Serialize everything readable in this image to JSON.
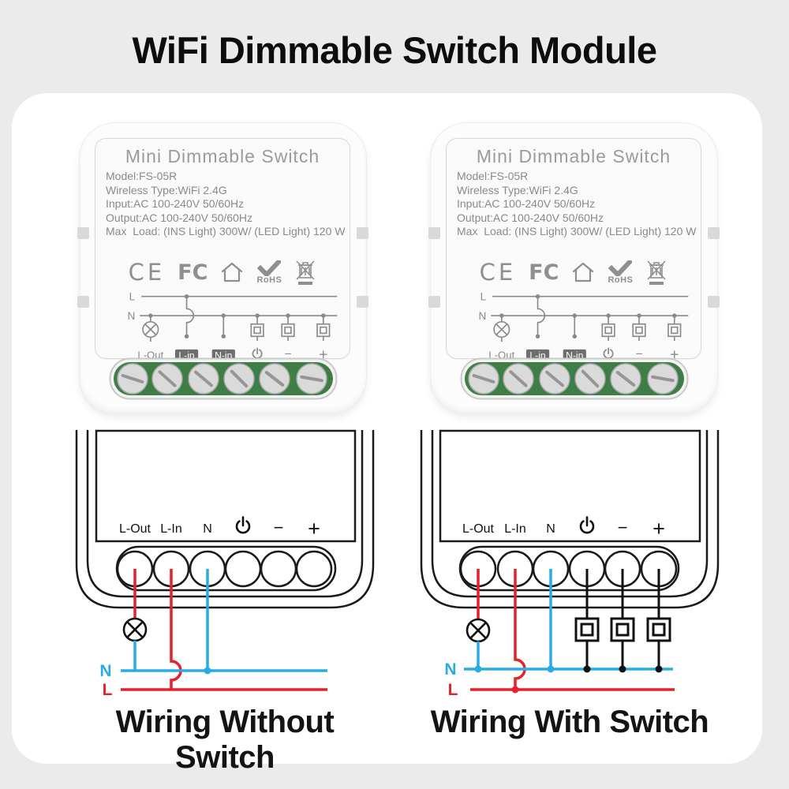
{
  "title": "WiFi Dimmable Switch Module",
  "module": {
    "name": "Mini Dimmable Switch",
    "specs": [
      "Model:FS-05R",
      "Wireless Type:WiFi 2.4G",
      "Input:AC 100-240V 50/60Hz",
      "Output:AC 100-240V 50/60Hz",
      "Max  Load: (INS Light) 300W/ (LED Light) 120 W"
    ],
    "certs": {
      "ce": "CE",
      "fcc": "FC",
      "rohs": "RoHS"
    },
    "print_diagram": {
      "l": "L",
      "n": "N",
      "l_out": "L-Out",
      "l_in": "L-in",
      "n_in": "N-in",
      "minus": "−",
      "plus": "+"
    }
  },
  "wiring_diagrams": {
    "terminals": {
      "l_out": "L-Out",
      "l_in": "L-In",
      "n": "N",
      "minus": "−",
      "plus": "+"
    },
    "lines": {
      "n": "N",
      "l": "L"
    },
    "without_switch": {
      "caption": "Wiring Without Switch"
    },
    "with_switch": {
      "caption": "Wiring With Switch"
    }
  },
  "colors": {
    "background": "#ebebeb",
    "card": "#ffffff",
    "wire_red": "#e62129",
    "wire_blue": "#2aabe4",
    "wire_black": "#111111",
    "pcb_green": "#3e7d46",
    "module_print_gray": "#8a8a8a",
    "outline_black": "#1a1a1a"
  }
}
